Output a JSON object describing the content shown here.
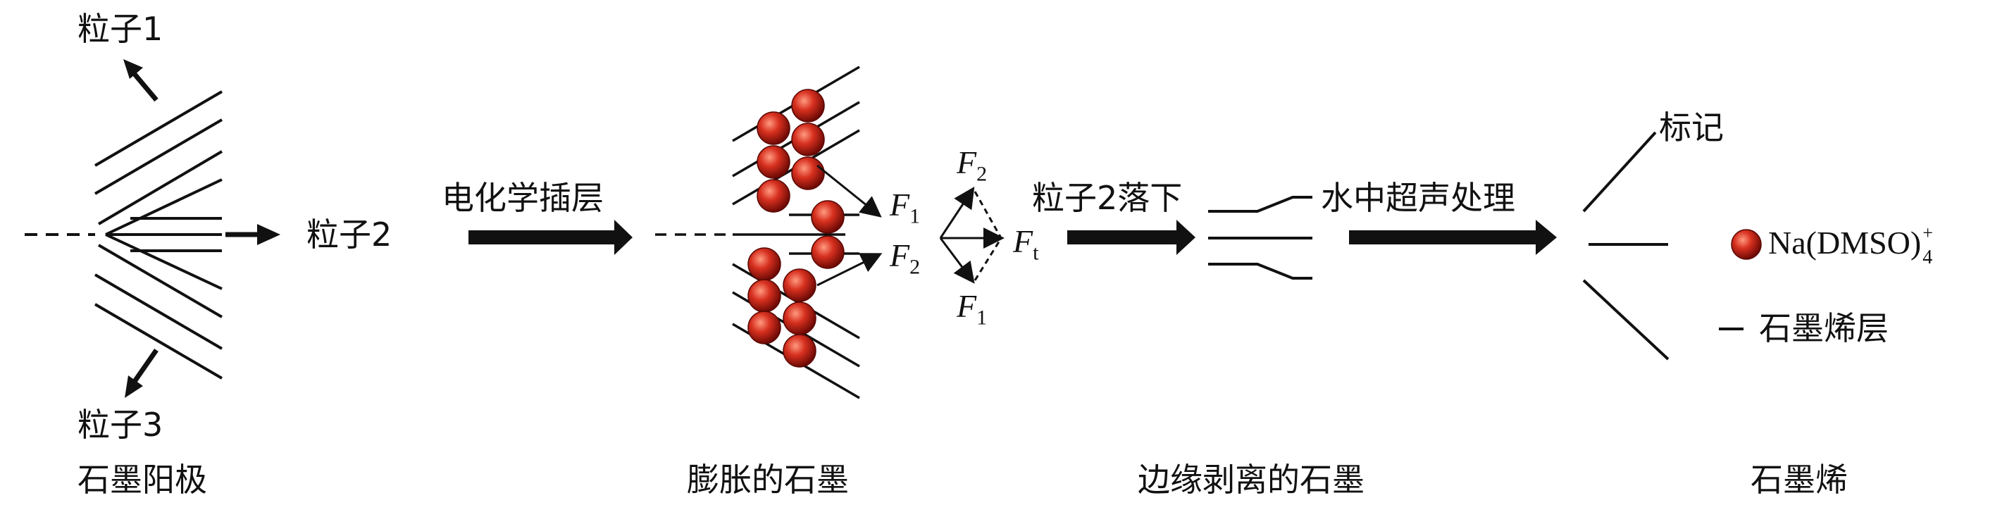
{
  "stage1": {
    "particle1": "粒子1",
    "particle2": "粒子2",
    "particle3": "粒子3",
    "caption": "石墨阳极"
  },
  "step1": {
    "label": "电化学插层"
  },
  "stage2": {
    "caption": "膨胀的石墨",
    "forces": {
      "f1_top": {
        "symbol": "F",
        "sub": "1"
      },
      "f2_top": {
        "symbol": "F",
        "sub": "2"
      },
      "f2_right": {
        "symbol": "F",
        "sub": "2"
      },
      "ft": {
        "symbol": "F",
        "sub": "t"
      },
      "f1_bottom": {
        "symbol": "F",
        "sub": "1"
      }
    }
  },
  "step2": {
    "label": "粒子2落下"
  },
  "stage3": {
    "caption": "边缘剥离的石墨"
  },
  "step3": {
    "label": "水中超声处理"
  },
  "stage4": {
    "caption": "石墨烯",
    "mark_label": "标记"
  },
  "legend": {
    "ion_label": "Na(DMSO)",
    "ion_sub": "4",
    "ion_sup": "+",
    "layer_label": "石墨烯层"
  },
  "colors": {
    "ink": "#111111",
    "sphere": "#d32f1f",
    "sphere_dark": "#7a0c06",
    "sphere_light": "#ff8a70"
  }
}
